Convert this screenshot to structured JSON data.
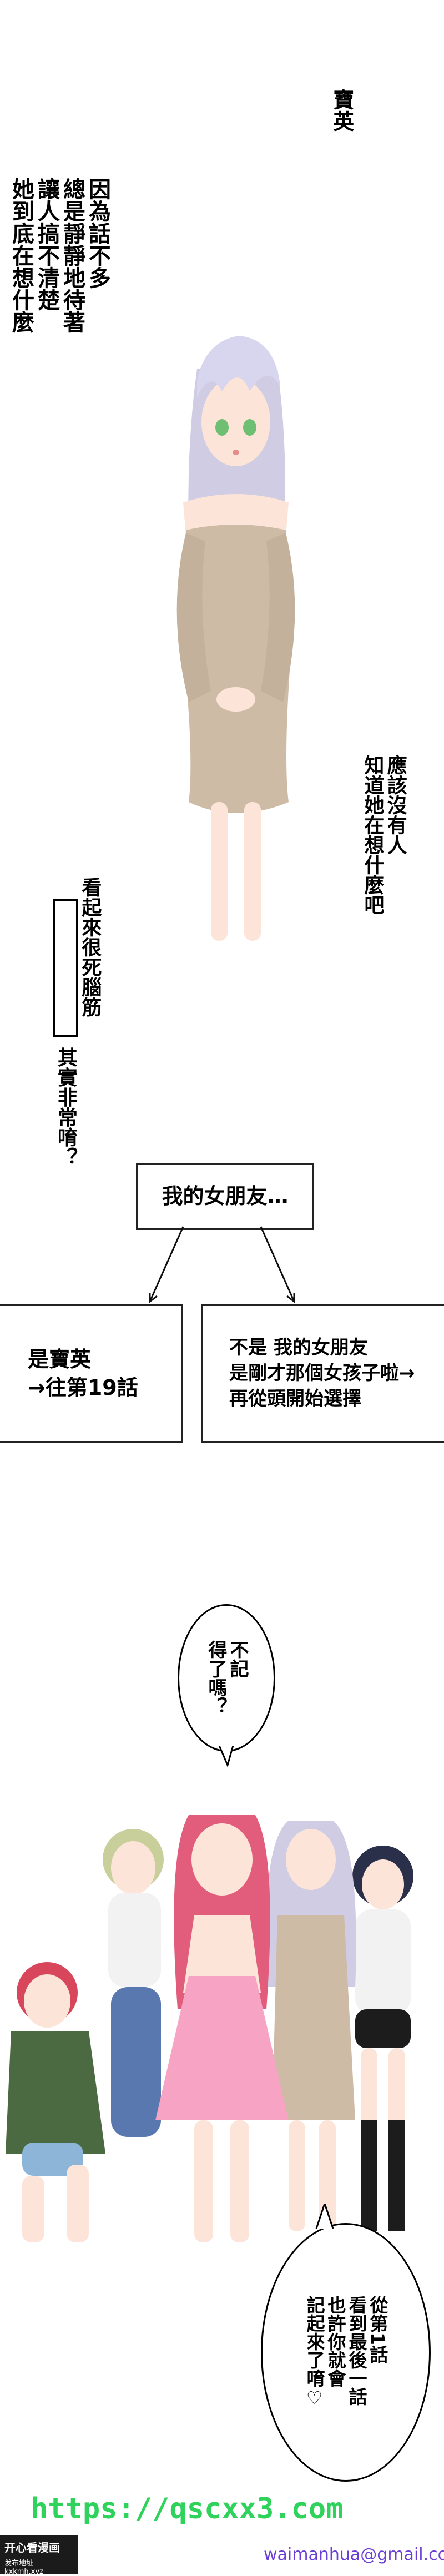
{
  "panel1": {
    "name_caption": "寶英",
    "narration": [
      "因為話不多",
      "總是靜靜地待著",
      "讓人搞不清楚",
      "她到底在想什麼"
    ],
    "side_caption": [
      "應該沒有人",
      "知道她在想什麼吧"
    ],
    "lower_caption_a": "看起來很死腦筋",
    "lower_caption_b": "其實非常唷？"
  },
  "choice": {
    "question": "我的女朋友…",
    "option_a": [
      "是寶英",
      "→往第19話"
    ],
    "option_b": [
      "不是 我的女朋友",
      "是剛才那個女孩子啦→",
      "再從頭開始選擇"
    ]
  },
  "panel2": {
    "bubble_top": [
      "不記",
      "得了嗎？"
    ],
    "bubble_bottom": [
      "從第1話",
      "看到最後一話",
      "也許你就會",
      "記起來了唷♡"
    ]
  },
  "watermark": {
    "url": "https://qscxx3.com",
    "brand": "开心看漫画",
    "site": "发布地址 kxkmh.xyz",
    "email": "waimanhua@gmail.com"
  },
  "colors": {
    "url_green": "#2fd35b",
    "email_purple": "#6b3fd4",
    "dress_beige": "#cdbba6",
    "hair_silver": "#cfcce4"
  }
}
